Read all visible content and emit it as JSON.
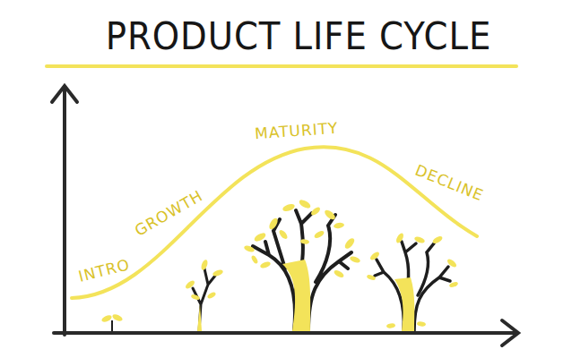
{
  "diagram": {
    "title": "PRODUCT LIFE CYCLE",
    "labels": [
      "INTRO",
      "GROWTH",
      "MATURITY",
      "DECLINE"
    ]
  }
}
